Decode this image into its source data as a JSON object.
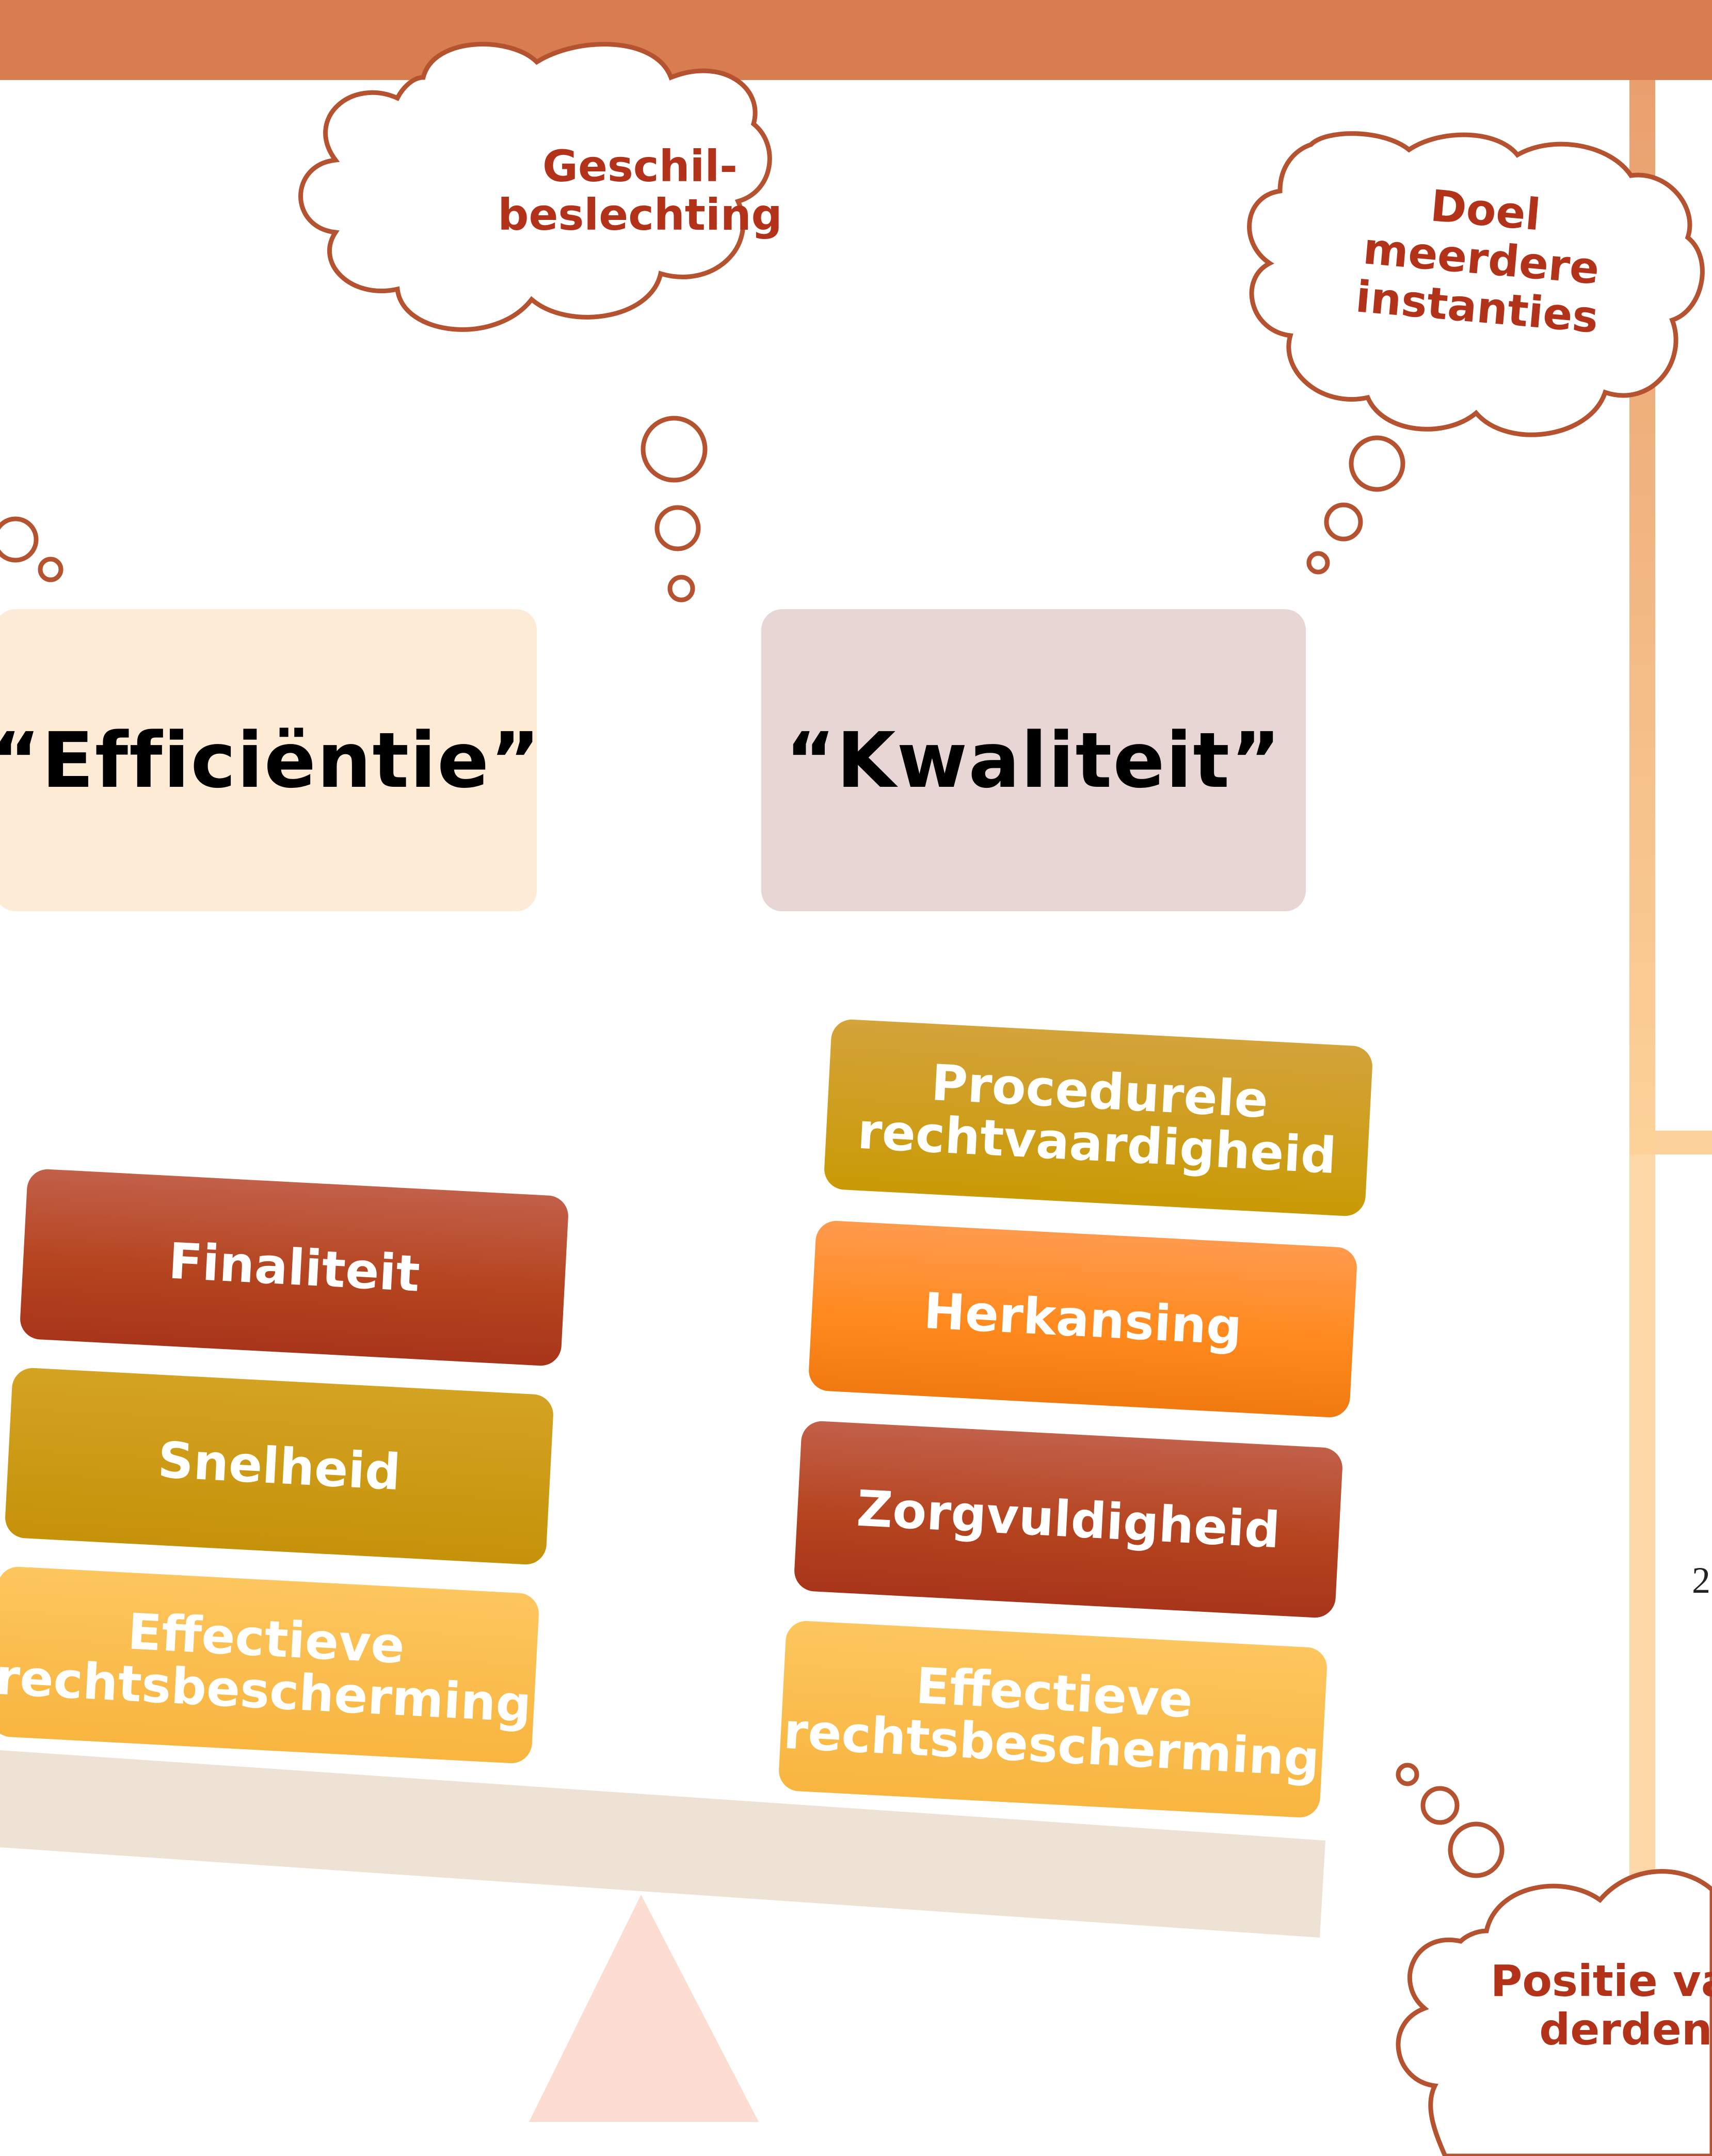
{
  "clouds": {
    "geschil": {
      "line1": "Geschil-",
      "line2": "beslechting"
    },
    "doel": {
      "line1": "Doel",
      "line2": "meerdere",
      "line3": "instanties"
    },
    "positie": {
      "line1": "Positie van",
      "line2": "derden"
    }
  },
  "headings": {
    "efficiency": "“Efficiëntie”",
    "quality": "“Kwaliteit”"
  },
  "left_stack": [
    "Finaliteit",
    "Snelheid",
    "Effectieve rechtsbescherming"
  ],
  "right_stack": [
    "Procedurele rechtvaardigheid",
    "Herkansing",
    "Zorgvuldigheid",
    "Effectieve rechtsbescherming"
  ],
  "margin_text": "2",
  "colors": {
    "bar": "#d77d50",
    "cloud_stroke": "#b5522f",
    "cloud_text": "#b2331a",
    "beam": "#ede2d4",
    "fulcrum": "#fddcd2"
  }
}
